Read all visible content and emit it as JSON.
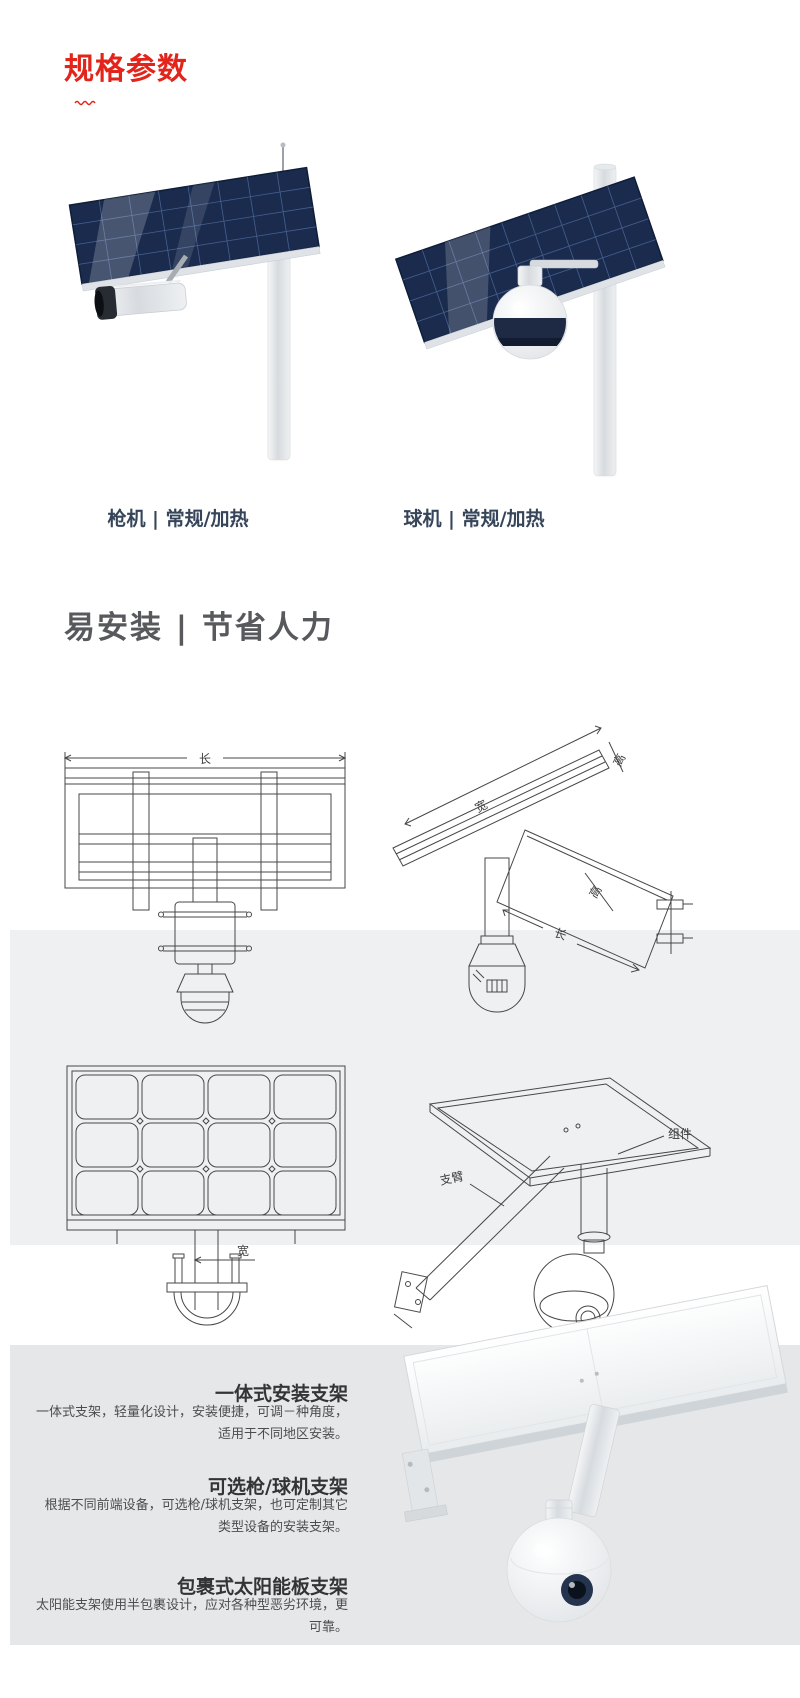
{
  "header": {
    "spec_title": "规格参数"
  },
  "products": [
    {
      "caption": "枪机 | 常规/加热",
      "image": "solar-panel-with-bullet-camera-on-pole"
    },
    {
      "caption": "球机 | 常规/加热",
      "image": "solar-panel-with-dome-camera-on-pole"
    }
  ],
  "section": {
    "easy_install_title": "易安装 | 节省人力"
  },
  "diagram_labels": {
    "length": "长",
    "width": "宽",
    "height": "高",
    "module": "组件",
    "arm": "支臂"
  },
  "features": [
    {
      "title": "一体式安装支架",
      "body": "一体式支架，轻量化设计，安装便捷，可调－种角度，适用于不同地区安装。"
    },
    {
      "title": "可选枪/球机支架",
      "body": "根据不同前端设备，可选枪/球机支架，也可定制其它类型设备的安装支架。"
    },
    {
      "title": "包裹式太阳能板支架",
      "body": "太阳能支架使用半包裹设计，应对各种型恶劣环境，更可靠。"
    }
  ],
  "colors": {
    "accent_red": "#e3241a",
    "caption_navy": "#36455a",
    "heading_gray": "#58595d",
    "upper_band_gray": "#eff0f2",
    "lower_section_gray": "#e6e7e9",
    "panel_navy": "#1a2b4e",
    "diagram_stroke": "#474747"
  }
}
